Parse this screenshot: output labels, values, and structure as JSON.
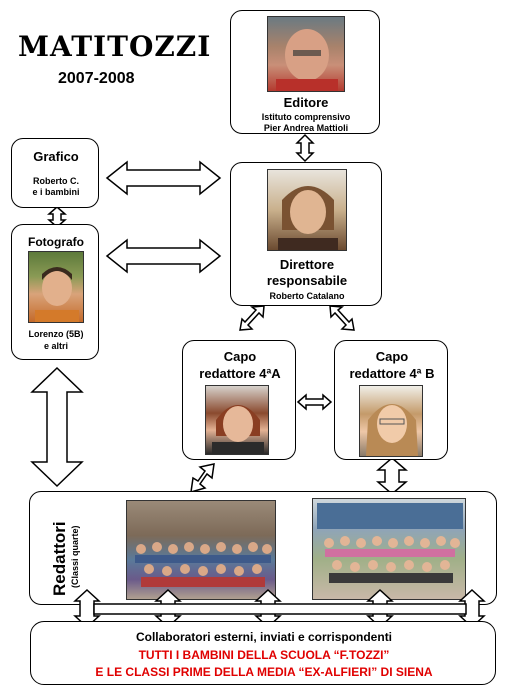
{
  "header": {
    "title": "MATITOZZI",
    "years": "2007-2008"
  },
  "editore": {
    "role": "Editore",
    "line1": "Istituto comprensivo",
    "line2": "Pier  Andrea Mattioli"
  },
  "grafico": {
    "role": "Grafico",
    "line1": "Roberto C.",
    "line2": "e i bambini"
  },
  "fotografo": {
    "role": "Fotografo",
    "line1": "Lorenzo (5B)",
    "line2": "e altri"
  },
  "direttore": {
    "role_line1": "Direttore",
    "role_line2": "responsabile",
    "name": "Roberto Catalano"
  },
  "capo_a": {
    "line1": "Capo",
    "line2": "redattore 4ªA"
  },
  "capo_b": {
    "line1": "Capo",
    "line2": "redattore 4ª B"
  },
  "redattori": {
    "title": "Redattori",
    "subtitle": "(Classi quarte)"
  },
  "footer": {
    "line1": "Collaboratori esterni, inviati e corrispondenti",
    "line2": "TUTTI I BAMBINI DELLA SCUOLA “F.TOZZI”",
    "line3": "E LE CLASSI PRIME DELLA MEDIA “EX-ALFIERI” DI SIENA"
  },
  "colors": {
    "accent_red": "#e00000",
    "border": "#000000"
  }
}
